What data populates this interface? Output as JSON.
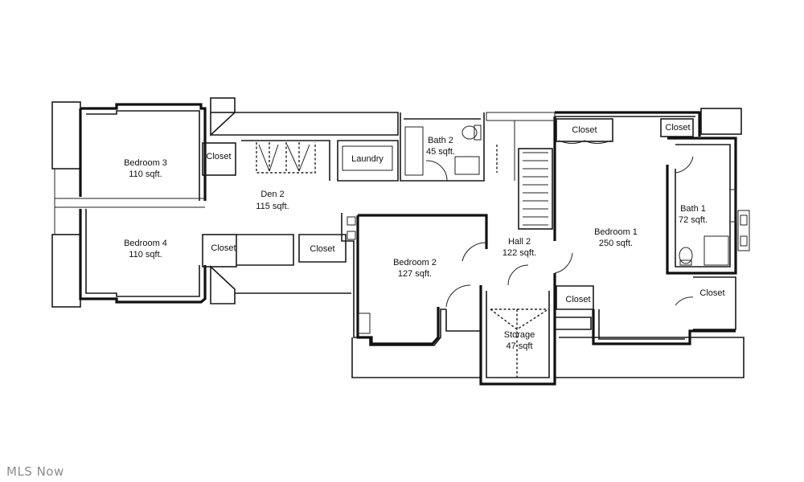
{
  "brand": "MLS Now",
  "rooms": {
    "bedroom3": {
      "name": "Bedroom 3",
      "area": "110 sqft."
    },
    "bedroom4": {
      "name": "Bedroom 4",
      "area": "110 sqft."
    },
    "den2": {
      "name": "Den 2",
      "area": "115 sqft."
    },
    "bath2": {
      "name": "Bath 2",
      "area": "45 sqft."
    },
    "laundry": {
      "name": "Laundry"
    },
    "bedroom2": {
      "name": "Bedroom 2",
      "area": "127 sqft."
    },
    "hall2": {
      "name": "Hall 2",
      "area": "122 sqft."
    },
    "storage": {
      "name": "Storage",
      "area": "47 sqft"
    },
    "bedroom1": {
      "name": "Bedroom 1",
      "area": "250 sqft."
    },
    "bath1": {
      "name": "Bath 1",
      "area": "72 sqft."
    }
  },
  "closets": {
    "c_bed3": "Closet",
    "c_bed4": "Closet",
    "c_den": "Closet",
    "c_bed1_top": "Closet",
    "c_bed1_corner": "Closet",
    "c_hall": "Closet",
    "c_bath1": "Closet"
  }
}
